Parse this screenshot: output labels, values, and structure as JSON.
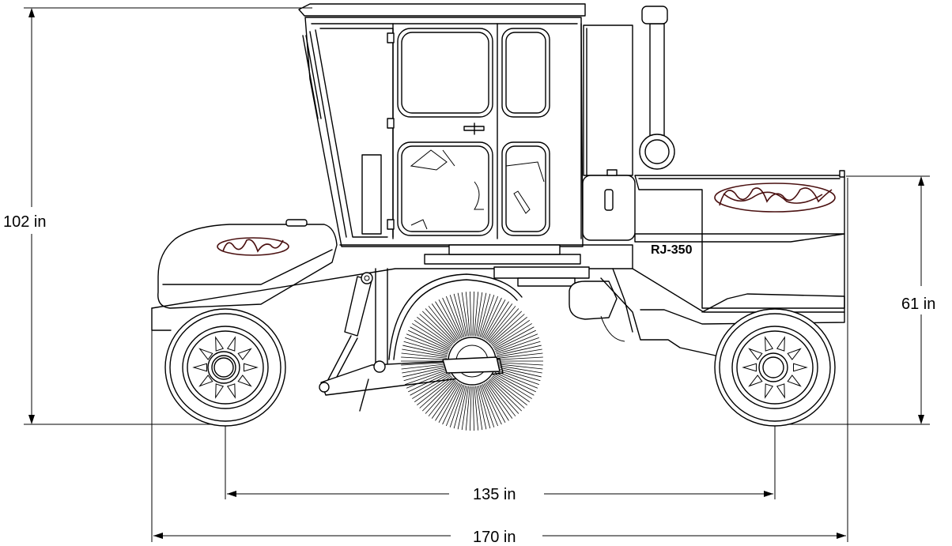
{
  "dimensions": {
    "overall_height": "102 in",
    "body_height": "61 in",
    "wheelbase": "135 in",
    "overall_length": "170 in"
  },
  "vehicle": {
    "model_label": "RJ-350",
    "logo_note": "Brand script lettering rendered as artwork"
  },
  "colors": {
    "line": "#000000",
    "logo": "#4a1010",
    "background": "#ffffff"
  }
}
